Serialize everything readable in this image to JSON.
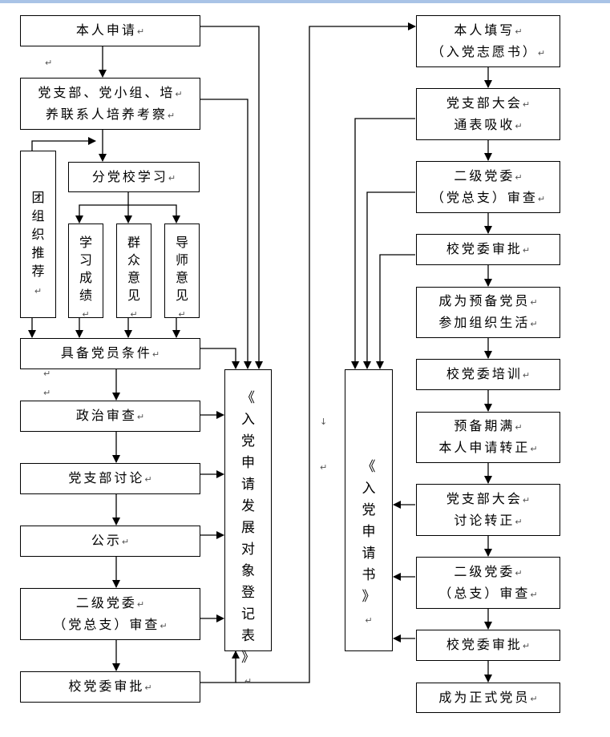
{
  "diagram": {
    "left_column": {
      "apply": [
        "本人申请"
      ],
      "cultivate": [
        "党支部、党小组、培",
        "养联系人培养考察"
      ],
      "branch_school": [
        "分党校学习"
      ],
      "league": "团\n组\n织\n推\n荐",
      "study_results": "学\n习\n成\n绩",
      "public_opinion": "群\n众\n意\n见",
      "mentor_opinion": "导\n师\n意\n见",
      "qualified": [
        "具备党员条件"
      ],
      "political_review": [
        "政治审查"
      ],
      "branch_discussion": [
        "党支部讨论"
      ],
      "publicity": [
        "公示"
      ],
      "secondary_committee_review": [
        "二级党委",
        "（党总支）审查"
      ],
      "school_committee_approval": [
        "校党委审批"
      ]
    },
    "register_form": "《\n入\n党\n申\n请\n发\n展\n对\n象\n登\n记\n表\n》",
    "application_letter": "《\n入\n党\n申\n请\n书\n》",
    "right_column": {
      "fill_in": [
        "本人填写",
        "（入党志愿书）"
      ],
      "branch_meeting_absorb": [
        "党支部大会",
        "通表吸收"
      ],
      "secondary_committee_review": [
        "二级党委",
        "（党总支）审查"
      ],
      "school_committee_approval": [
        "校党委审批"
      ],
      "probationary": [
        "成为预备党员",
        "参加组织生活"
      ],
      "school_training": [
        "校党委培训"
      ],
      "probation_end": [
        "预备期满",
        "本人申请转正"
      ],
      "branch_meeting_discuss": [
        "党支部大会",
        "讨论转正"
      ],
      "secondary_committee_review_2": [
        "二级党委",
        "（总支）审查"
      ],
      "school_committee_approval_2": [
        "校党委审批"
      ],
      "full_member": [
        "成为正式党员"
      ]
    },
    "paragraph_mark": "↵",
    "small_mark": "↓"
  }
}
